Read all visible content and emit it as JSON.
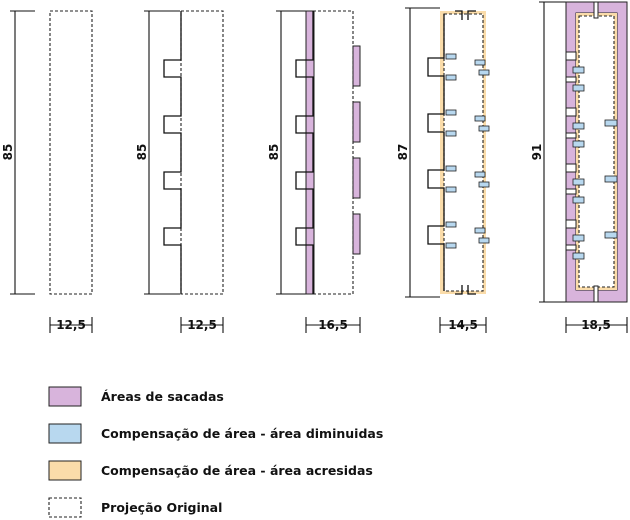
{
  "diagram": {
    "stages": [
      {
        "height_label": "85",
        "width_label": "12,5"
      },
      {
        "height_label": "85",
        "width_label": "12,5"
      },
      {
        "height_label": "85",
        "width_label": "16,5"
      },
      {
        "height_label": "87",
        "width_label": "14,5"
      },
      {
        "height_label": "91",
        "width_label": "18,5"
      }
    ],
    "legend": [
      {
        "label": "Áreas de sacadas",
        "color": "#d8b4dc"
      },
      {
        "label": "Compensação de área - área diminuidas",
        "color": "#b8d8ef"
      },
      {
        "label": "Compensação de área - área acresidas",
        "color": "#fadcaa"
      },
      {
        "label": "Projeção Original",
        "color": "#ffffff"
      }
    ],
    "colors": {
      "balcony": "#d8b4dc",
      "decrease": "#b8d8ef",
      "increase": "#fadcaa",
      "stroke": "#222222"
    }
  }
}
